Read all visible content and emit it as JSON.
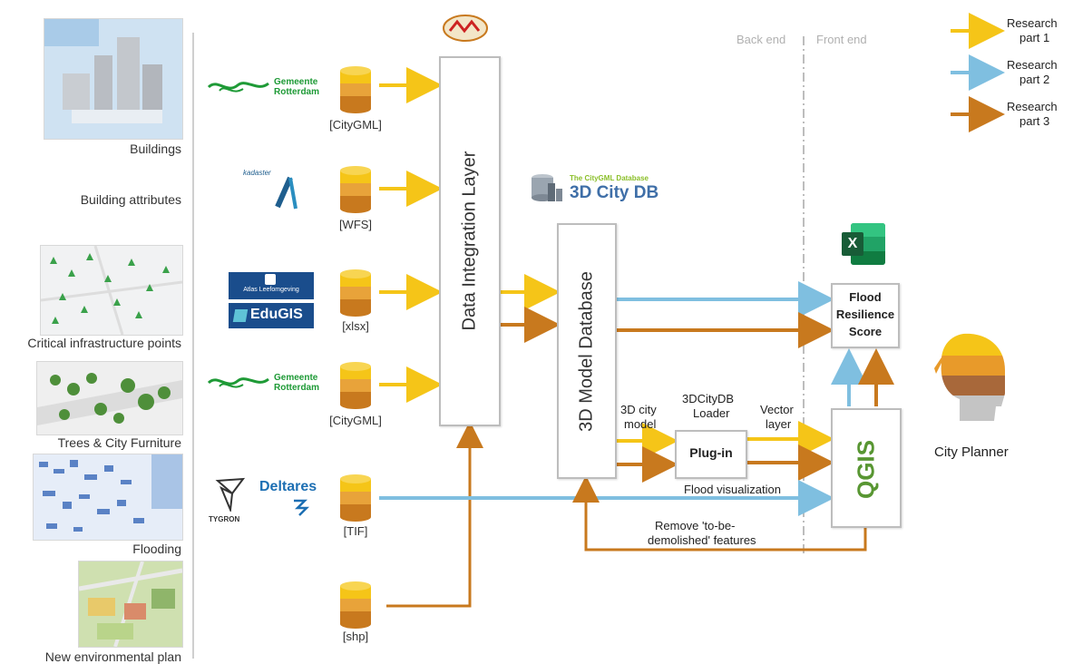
{
  "left_panel": {
    "items": [
      {
        "label": "Buildings"
      },
      {
        "label": "Building attributes"
      },
      {
        "label": "Critical infrastructure points"
      },
      {
        "label": "Trees & City Furniture"
      },
      {
        "label": "Flooding"
      },
      {
        "label": "New environmental plan"
      }
    ]
  },
  "sources": {
    "gemeente_1": {
      "line1": "Gemeente",
      "line2": "Rotterdam",
      "format": "[CityGML]"
    },
    "kadaster": {
      "name": "kadaster",
      "format": "[WFS]"
    },
    "atlas": {
      "name": "Atlas Leefomgeving",
      "edugis": "EduGIS",
      "format": "[xlsx]"
    },
    "gemeente_2": {
      "line1": "Gemeente",
      "line2": "Rotterdam",
      "format": "[CityGML]"
    },
    "tygron": {
      "name": "TYGRON",
      "deltares": "Deltares",
      "format": "[TIF]"
    },
    "shp": {
      "format": "[shp]"
    }
  },
  "integration": {
    "label": "Data Integration Layer"
  },
  "db_logo": {
    "tagline": "The CityGML Database",
    "name": "3D City DB"
  },
  "model_db": {
    "label": "3D Model Database"
  },
  "plugin": {
    "label": "Plug-in",
    "top_label": "3DCityDB\nLoader",
    "top_line1": "3DCityDB",
    "top_line2": "Loader"
  },
  "flow_labels": {
    "city_model_1": "3D city",
    "city_model_2": "model",
    "vector_1": "Vector",
    "vector_2": "layer",
    "flood_vis": "Flood visualization",
    "remove_1": "Remove 'to-be-",
    "remove_2": "demolished' features"
  },
  "score": {
    "line1": "Flood",
    "line2": "Resilience",
    "line3": "Score"
  },
  "qgis": {
    "label": "QGIS"
  },
  "excel": {
    "letter": "X"
  },
  "divider": {
    "back": "Back end",
    "front": "Front end"
  },
  "legend": [
    {
      "line1": "Research",
      "line2": "part 1",
      "color": "#f5c518"
    },
    {
      "line1": "Research",
      "line2": "part 2",
      "color": "#7fbfe0"
    },
    {
      "line1": "Research",
      "line2": "part 3",
      "color": "#c8791e"
    }
  ],
  "planner": {
    "label": "City Planner"
  },
  "colors": {
    "part1": "#f5c518",
    "part2": "#7fbfe0",
    "part3": "#c8791e",
    "box_border": "#bdbdbd"
  }
}
